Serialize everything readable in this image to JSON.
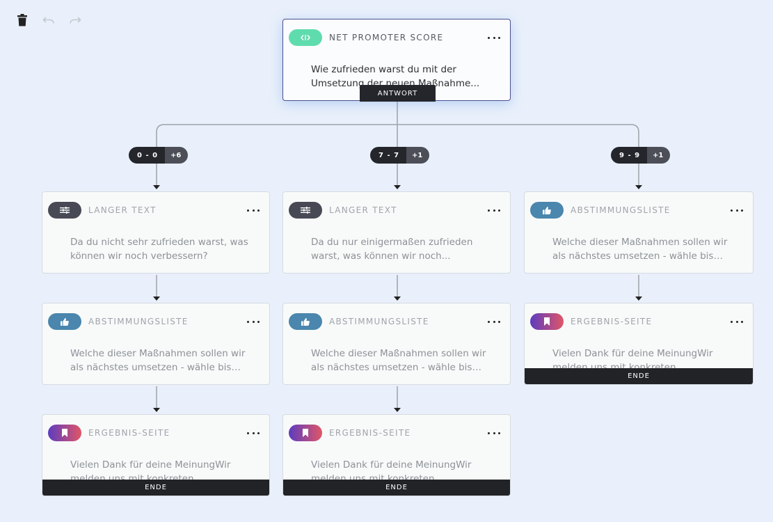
{
  "toolbar": {
    "delete_icon": "trash-icon",
    "undo_icon": "undo-icon",
    "redo_icon": "redo-icon"
  },
  "colors": {
    "nps": "#5fdcae",
    "text": "#474a55",
    "vote": "#4a86ad",
    "result_from": "#5d3cbf",
    "result_to": "#e05667",
    "background": "#e9f0fb"
  },
  "root": {
    "type": "NET PROMOTER SCORE",
    "icon": "code-icon",
    "question_line1": "Wie zufrieden warst du mit der",
    "question_line2": "Umsetzung der neuen Maßnahme...",
    "answer_label": "ANTWORT"
  },
  "branches": [
    {
      "range": "0 - 0",
      "count": "+6"
    },
    {
      "range": "7 - 7",
      "count": "+1"
    },
    {
      "range": "9 - 9",
      "count": "+1"
    }
  ],
  "col1": {
    "c1": {
      "type": "LANGER TEXT",
      "icon": "sliders-icon",
      "line1": "Da du nicht sehr zufrieden warst, was",
      "line2": "können wir noch verbessern?"
    },
    "c2": {
      "type": "ABSTIMMUNGSLISTE",
      "icon": "thumbs-up-icon",
      "line1": "Welche dieser Maßnahmen sollen wir",
      "line2": "als nächstes umsetzen - wähle bis z..."
    },
    "c3": {
      "type": "ERGEBNIS-SEITE",
      "icon": "bookmark-icon",
      "line1": "Vielen Dank für deine MeinungWir",
      "line2": "melden uns mit konkreten",
      "end": "ENDE"
    }
  },
  "col2": {
    "c1": {
      "type": "LANGER TEXT",
      "icon": "sliders-icon",
      "line1": "Da du nur einigermaßen zufrieden",
      "line2": "warst, was können wir noch..."
    },
    "c2": {
      "type": "ABSTIMMUNGSLISTE",
      "icon": "thumbs-up-icon",
      "line1": "Welche dieser Maßnahmen sollen wir",
      "line2": "als nächstes umsetzen - wähle bis z..."
    },
    "c3": {
      "type": "ERGEBNIS-SEITE",
      "icon": "bookmark-icon",
      "line1": "Vielen Dank für deine MeinungWir",
      "line2": "melden uns mit konkreten",
      "end": "ENDE"
    }
  },
  "col3": {
    "c1": {
      "type": "ABSTIMMUNGSLISTE",
      "icon": "thumbs-up-icon",
      "line1": "Welche dieser Maßnahmen sollen wir",
      "line2": "als nächstes umsetzen - wähle bis z..."
    },
    "c2": {
      "type": "ERGEBNIS-SEITE",
      "icon": "bookmark-icon",
      "line1": "Vielen Dank für deine MeinungWir",
      "line2": "melden uns mit konkreten",
      "end": "ENDE"
    }
  }
}
